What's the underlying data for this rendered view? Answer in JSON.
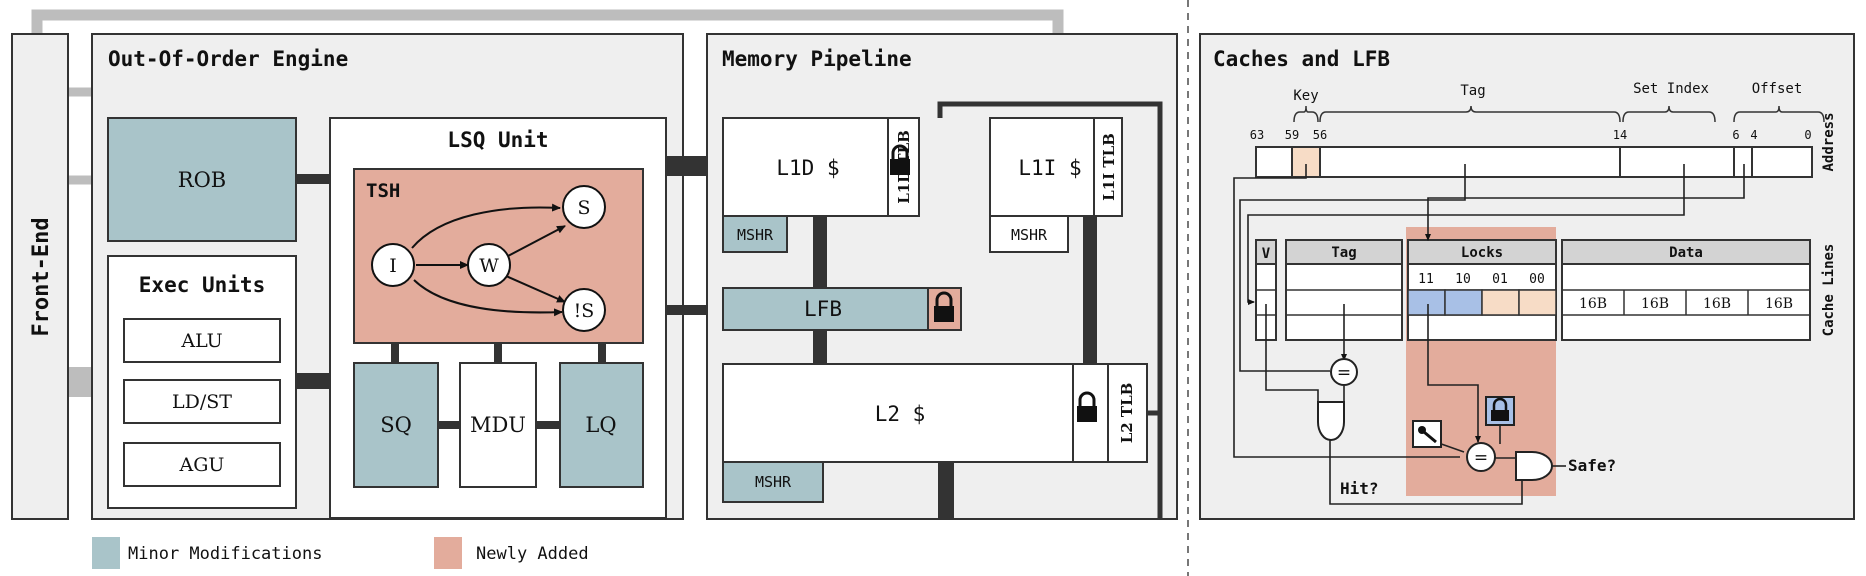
{
  "side_label": "Front-End",
  "ooo": {
    "title": "Out-Of-Order Engine",
    "rob": "ROB",
    "exec_title": "Exec Units",
    "alu": "ALU",
    "ldst": "LD/ST",
    "agu": "AGU",
    "lsq_title": "LSQ Unit",
    "tsh_title": "TSH",
    "states": [
      "I",
      "W",
      "S",
      "!S"
    ],
    "sq": "SQ",
    "mdu": "MDU",
    "lq": "LQ"
  },
  "mem": {
    "title": "Memory Pipeline",
    "l1d": "L1D $",
    "l1d_tlb": "L1D TLB",
    "l1i": "L1I $",
    "l1i_tlb": "L1I TLB",
    "mshr": "MSHR",
    "lfb": "LFB",
    "l2": "L2 $",
    "l2_tlb": "L2 TLB"
  },
  "caches": {
    "title": "Caches and LFB",
    "fields": [
      "Key",
      "Tag",
      "Set Index",
      "Offset"
    ],
    "bits": [
      "63",
      "59",
      "56",
      "14",
      "6",
      "4",
      "0"
    ],
    "address_label": "Address",
    "cache_lines_label": "Cache Lines",
    "v": "V",
    "tag": "Tag",
    "locks": "Locks",
    "data": "Data",
    "lock_bits": [
      "11",
      "10",
      "01",
      "00"
    ],
    "data_cells": [
      "16B",
      "16B",
      "16B",
      "16B"
    ],
    "eq": "=",
    "hit": "Hit?",
    "safe": "Safe?"
  },
  "legend": {
    "minor": "Minor Modifications",
    "new": "Newly Added"
  },
  "colors": {
    "minor": "#a9c4c9",
    "new": "#e3ac9c",
    "panel": "#efefef",
    "bus": "#bdbdbd",
    "wire": "#333333",
    "lock_blue": "#a8c0e6",
    "lock_peach": "#f7dcc6"
  }
}
